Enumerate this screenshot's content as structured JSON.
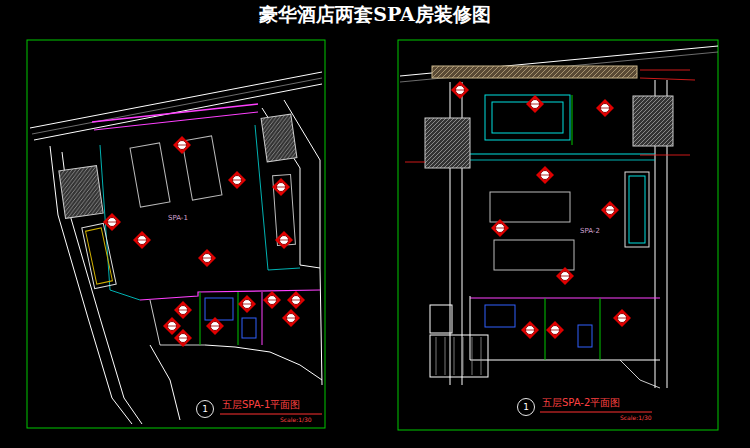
{
  "diagram": {
    "title": "豪华酒店两套SPA房装修图",
    "nodes": [
      {
        "text": [
          "1"
        ]
      },
      {
        "text": [
          "1"
        ]
      }
    ],
    "labels": [
      "SPA-1",
      "五层SPA-1平面图",
      "Scale:1/30",
      "SPA-2",
      "五层SPA-2平面图",
      "Scale:1/30"
    ]
  }
}
